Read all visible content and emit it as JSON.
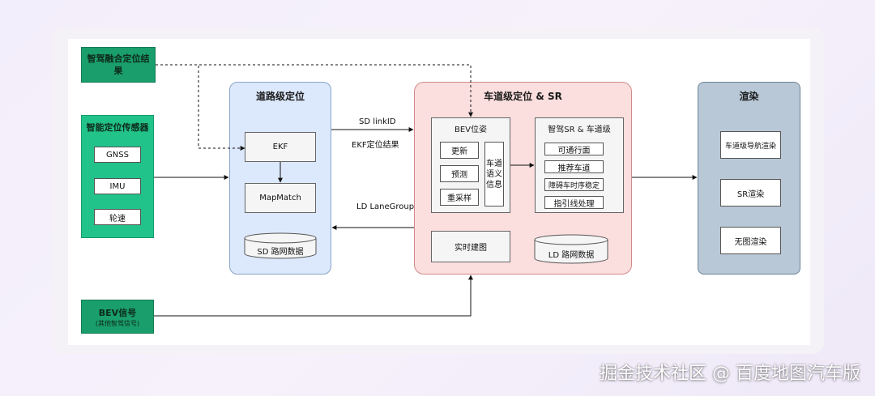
{
  "fusion_result": {
    "line1": "智驾融合定位结",
    "line2": "果"
  },
  "sensors": {
    "title": "智能定位传感器",
    "items": [
      "GNSS",
      "IMU",
      "轮速"
    ]
  },
  "road_level": {
    "title": "道路级定位",
    "ekf": "EKF",
    "mapmatch": "MapMatch",
    "db": "SD 路网数据"
  },
  "lane_level": {
    "title": "车道级定位 & SR",
    "bev_pose": {
      "title": "BEV位姿",
      "items": [
        "更新",
        "预测",
        "重采样"
      ],
      "semantic": [
        "车道",
        "语义",
        "信息"
      ]
    },
    "sr": {
      "title": "智驾SR & 车道级",
      "items": [
        "可通行面",
        "推荐车道",
        "障碍车时序稳定",
        "指引线处理"
      ]
    },
    "realtime": "实时建图",
    "db": "LD 路网数据"
  },
  "render": {
    "title": "渲染",
    "items": [
      "车道级导航渲染",
      "SR渲染",
      "无图渲染"
    ]
  },
  "bev_signal": {
    "title": "BEV信号",
    "subtitle": "(其他智驾信号)"
  },
  "edges": {
    "sd_link": "SD linkID",
    "ekf_result": "EKF定位结果",
    "ld_lanegroup": "LD LaneGroup"
  },
  "watermark": "掘金技术社区 @ 百度地图汽车版",
  "colors": {
    "road_group": "#dce8fb",
    "lane_group": "#fbdede",
    "render_group": "#b8c8d6",
    "sensor_green": "#22c38a",
    "fusion_green": "#1a9e6b"
  }
}
